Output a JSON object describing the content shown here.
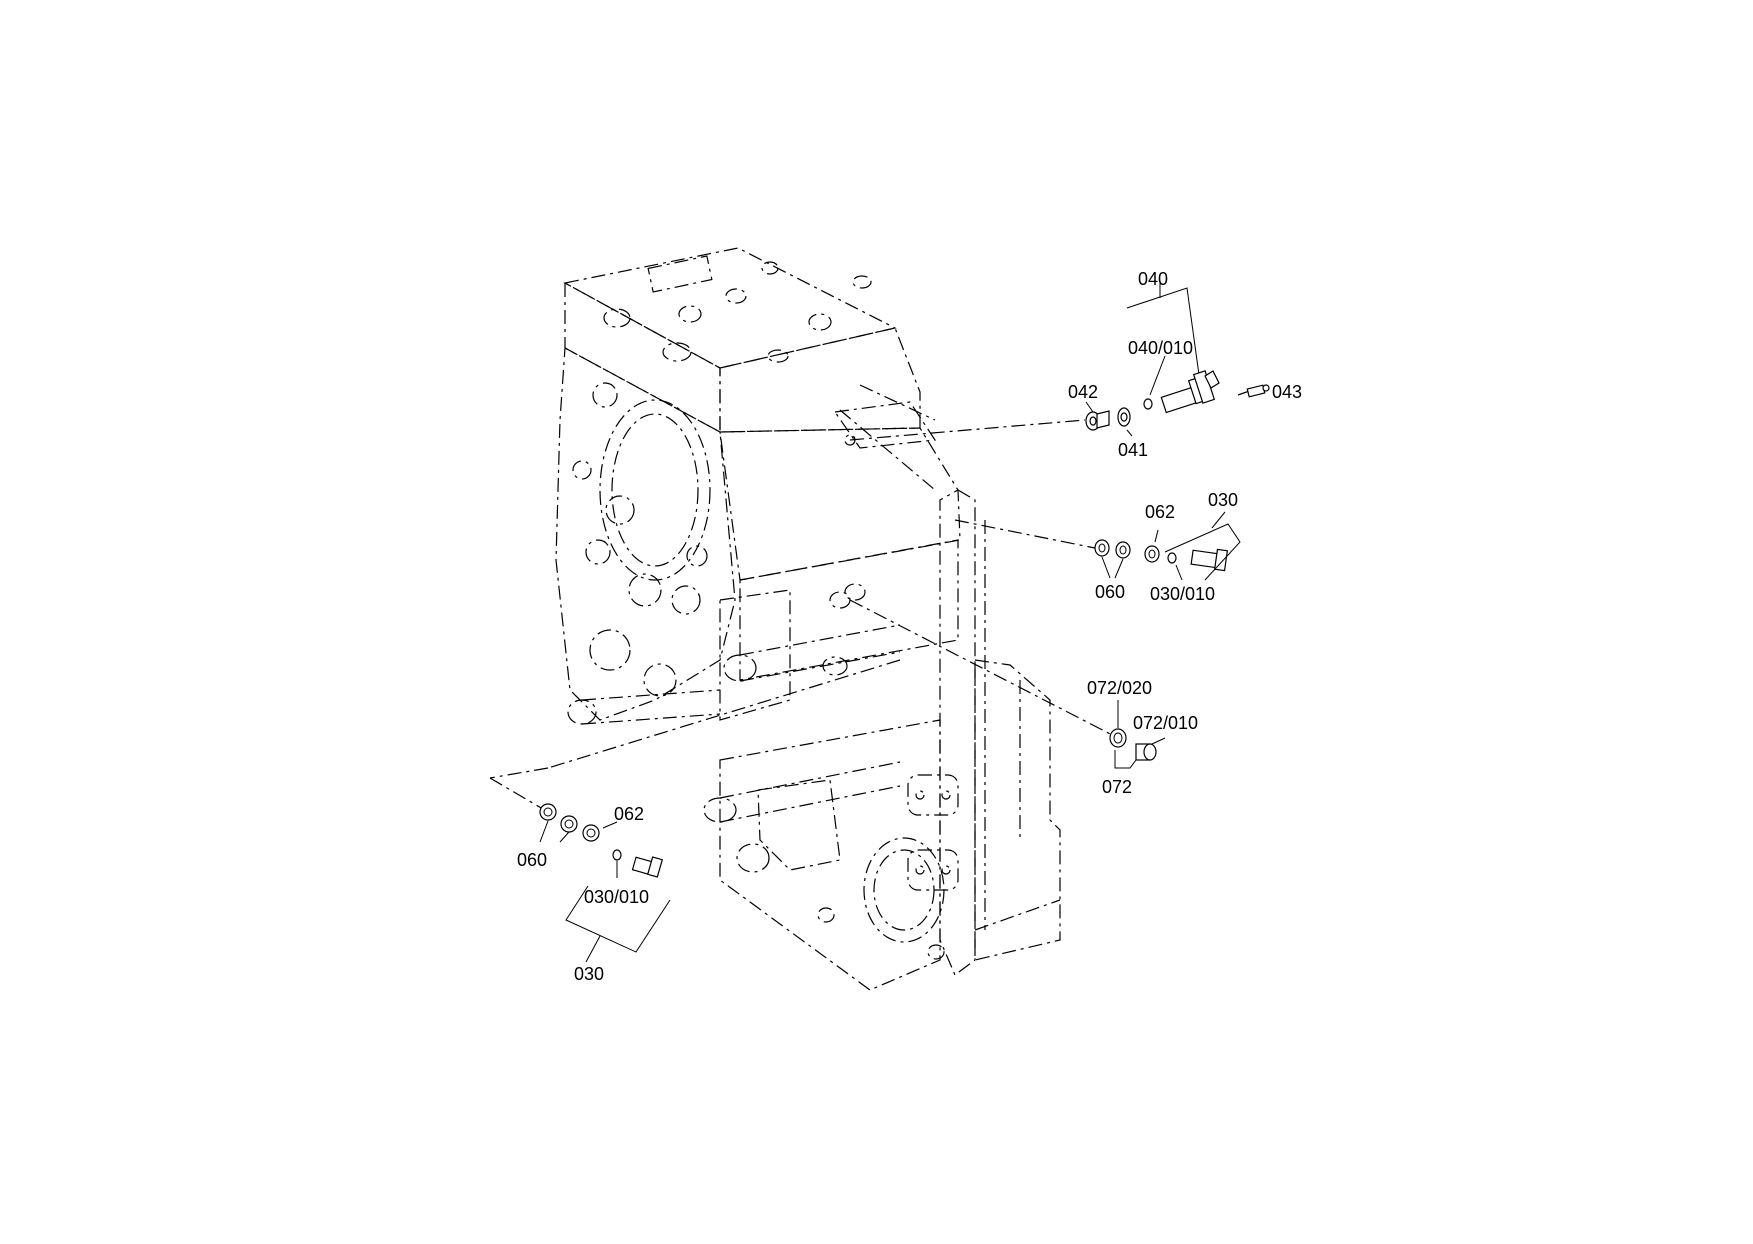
{
  "labels": {
    "p040": "040",
    "p040_010": "040/010",
    "p042": "042",
    "p041": "041",
    "p043": "043",
    "p062_right": "062",
    "p030_right": "030",
    "p060_right": "060",
    "p030_010_right": "030/010",
    "p072_020": "072/020",
    "p072_010": "072/010",
    "p072": "072",
    "p060_left": "060",
    "p062_left": "062",
    "p030_010_left": "030/010",
    "p030_left": "030"
  }
}
